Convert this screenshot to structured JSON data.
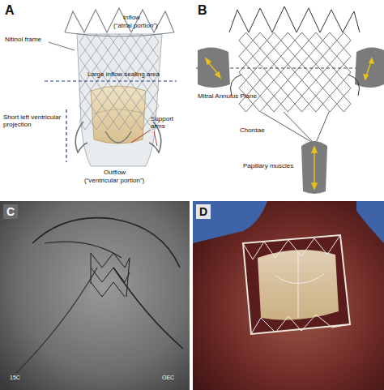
{
  "diagram": {
    "labels": [
      "A",
      "Inflow",
      "(“atrial portion”)",
      "Nitinol frame",
      "Large inflow sealing area",
      "Short left ventricular projection",
      "Support arms",
      "Outflow",
      "(“ventricular portion”)",
      "B",
      "Mitral Annulus Plane",
      "Chordae",
      "Papillary muscles",
      "C",
      "15C",
      "OEC",
      "D"
    ]
  }
}
